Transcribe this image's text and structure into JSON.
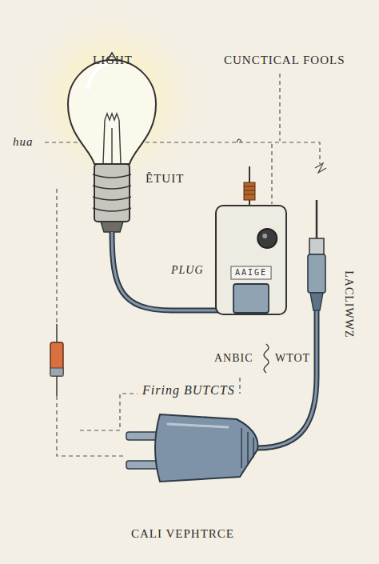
{
  "diagram": {
    "nodes": [
      {
        "text": [
          "AAIGE"
        ]
      }
    ],
    "labels": [
      "LIGHT",
      "CUNCTICAL FOOLS",
      "hua",
      "ÊTUIT",
      "PLUG",
      "ANBIC",
      "WTOT",
      "Firing BUTCTS",
      "LACLIWWZ",
      "CALI VEPHTRCE"
    ]
  }
}
